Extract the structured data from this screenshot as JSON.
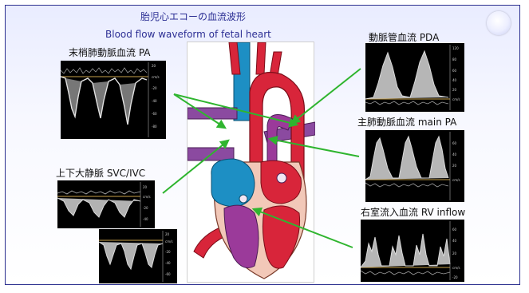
{
  "slide": {
    "title_jp": "胎児心エコーの血流波形",
    "title_en": "Blood flow waveform of fetal heart"
  },
  "labels": {
    "pa": "末梢肺動脈血流 PA",
    "pda": "動脈管血流 PDA",
    "main_pa": "主肺動脈血流 main PA",
    "svc_ivc": "上下大静脈 SVC/IVC",
    "rv_inflow": "右室流入血流 RV inflow"
  },
  "scale_labels": {
    "pa": [
      "20",
      "cm/s",
      "-20",
      "-40",
      "-60",
      "-80"
    ],
    "pda": [
      "120",
      "80",
      "60",
      "40",
      "20",
      "cm/s"
    ],
    "main_pa": [
      "60",
      "40",
      "20",
      "cm/s"
    ],
    "svc_ivc_1": [
      "20",
      "cm/s",
      "-20",
      "-40"
    ],
    "svc_ivc_2": [
      "20",
      "cm/s",
      "-20",
      "-40",
      "-60"
    ],
    "rv_inflow": [
      "60",
      "40",
      "20",
      "cm/s",
      "-20"
    ]
  },
  "colors": {
    "frame": "#2b2f8f",
    "title": "#2c2f94",
    "arrow": "#2fb52f",
    "artery_red": "#d8253a",
    "vein_blue": "#1d8fc4",
    "pulmonary_purple": "#9b3a9a",
    "wall_peach": "#f2c8b8"
  }
}
